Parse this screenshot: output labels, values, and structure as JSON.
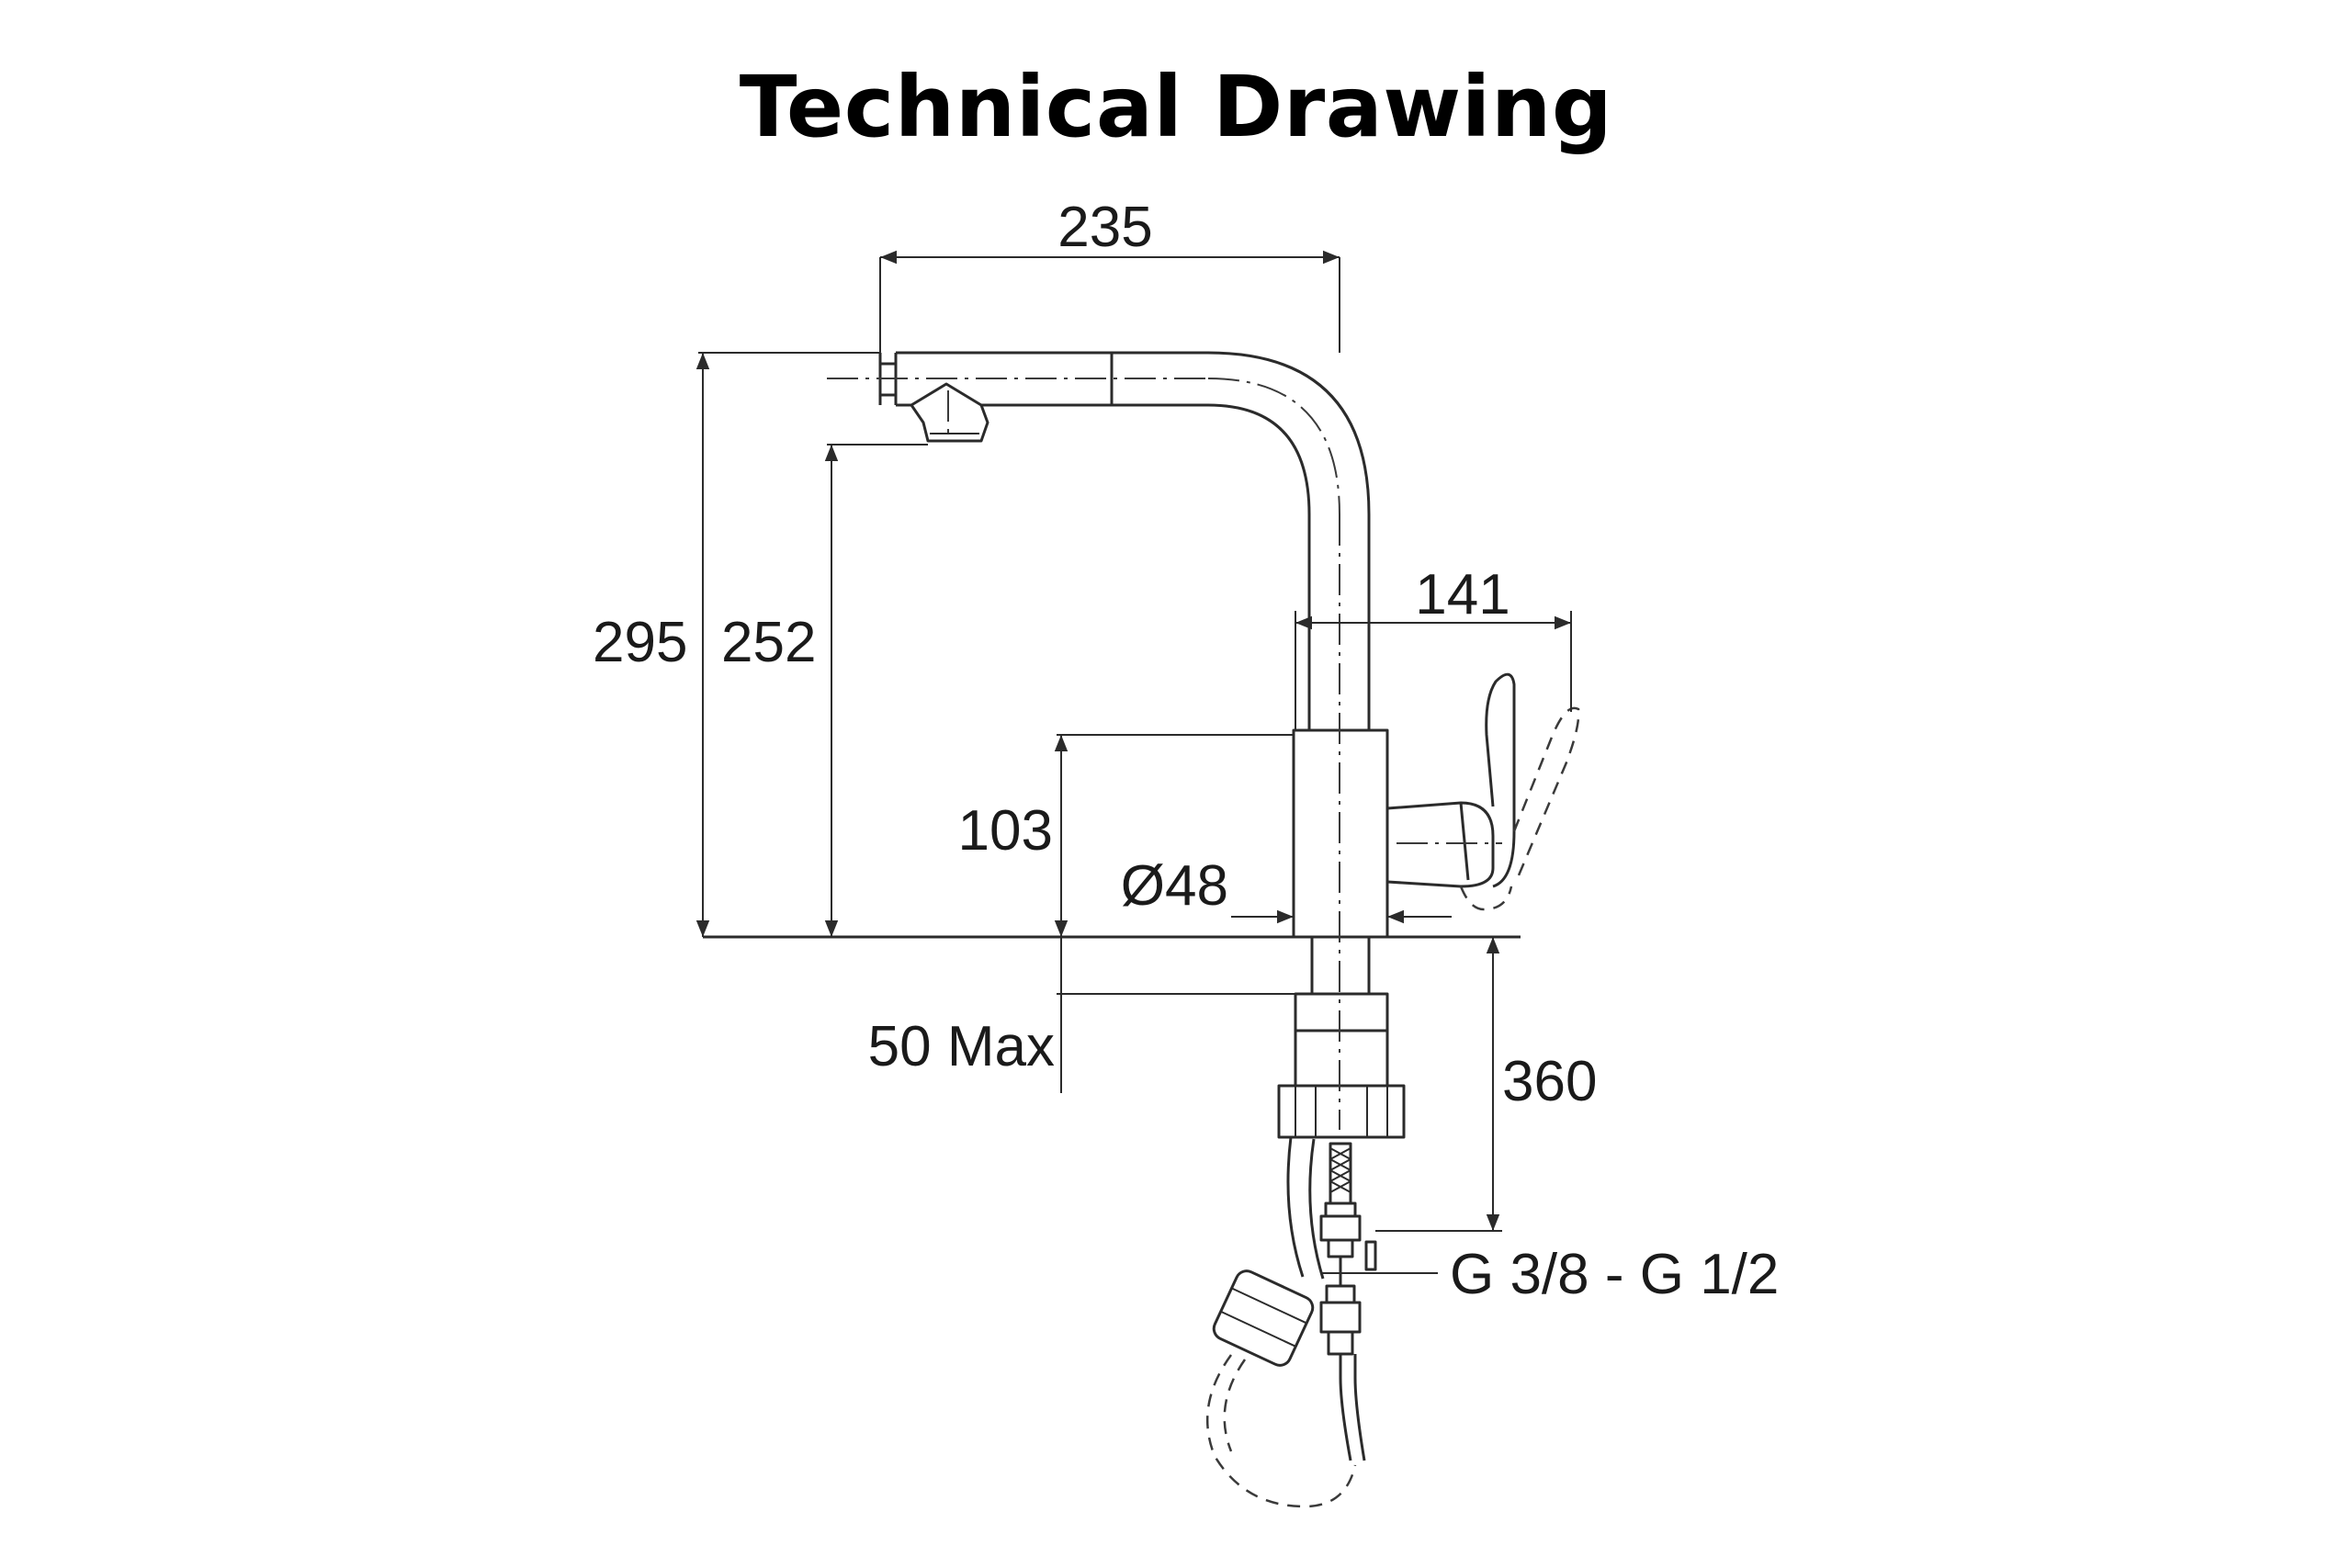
{
  "title": "Technical Drawing",
  "dimensions": {
    "spout_reach": "235",
    "overall_height": "295",
    "spout_height": "252",
    "handle_reach": "141",
    "body_height": "103",
    "body_diameter": "Ø48",
    "deck_thickness": "50 Max",
    "hose_length": "360",
    "connection": "G 3/8 - G 1/2"
  }
}
